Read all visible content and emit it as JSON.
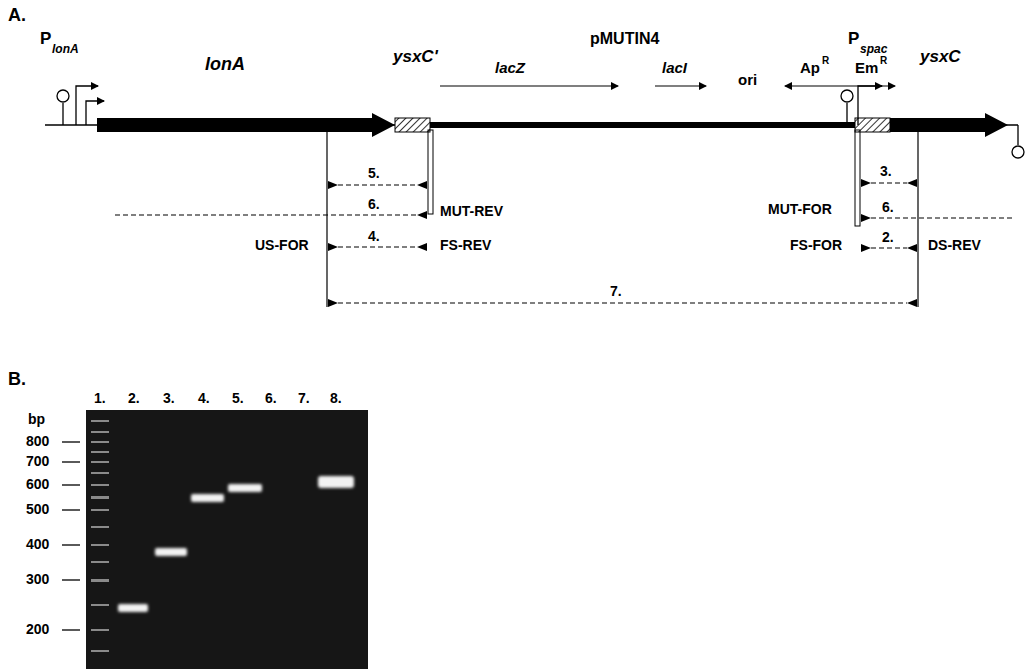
{
  "diagram": {
    "labels": [
      "A.",
      "P",
      "lonA",
      "lonA",
      "ysxC'",
      "pMUTIN4",
      "lacZ",
      "lacI",
      "ori",
      "Ap",
      "R",
      "Em",
      "R",
      "P",
      "spac",
      "ysxC",
      "5.",
      "6.",
      "MUT-REV",
      "US-FOR",
      "4.",
      "FS-REV",
      "3.",
      "MUT-FOR",
      "6.",
      "FS-FOR",
      "2.",
      "DS-REV",
      "7.",
      "B.",
      "1.",
      "2.",
      "3.",
      "4.",
      "5.",
      "6.",
      "7.",
      "8.",
      "bp",
      "800",
      "700",
      "600",
      "500",
      "400",
      "300",
      "200"
    ]
  }
}
